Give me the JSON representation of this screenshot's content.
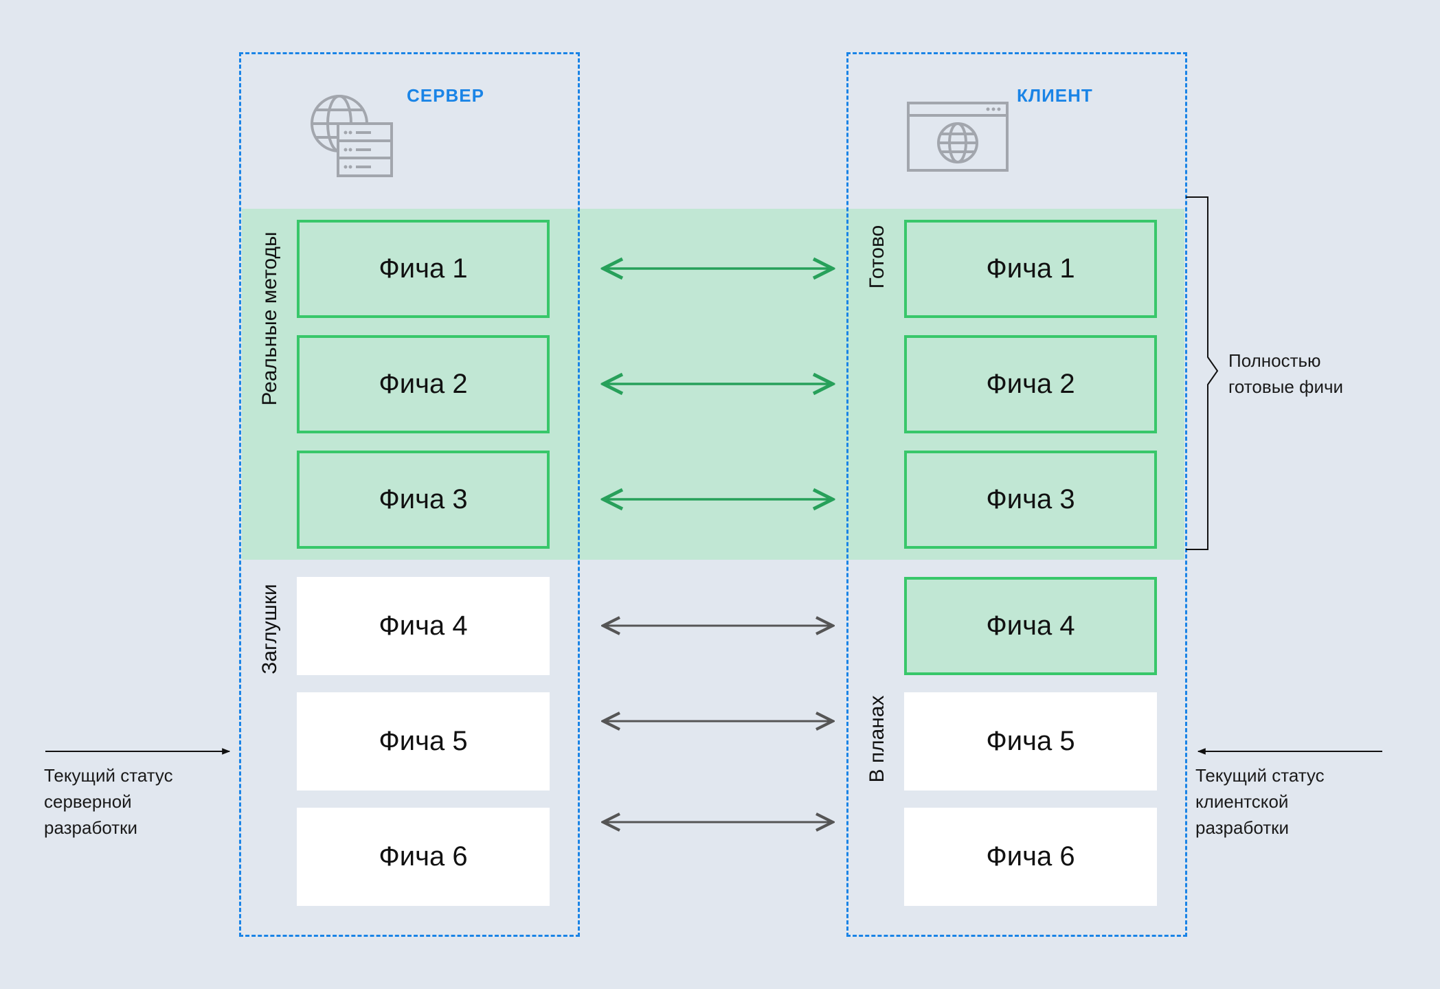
{
  "server": {
    "title": "СЕРВЕР",
    "icon": "server-globe-icon",
    "group_real": "Реальные методы",
    "group_stub": "Заглушки",
    "features": [
      "Фича 1",
      "Фича 2",
      "Фича 3",
      "Фича 4",
      "Фича 5",
      "Фича 6"
    ],
    "status_label": "Текущий статус\nсерверной\nразработки"
  },
  "client": {
    "title": "КЛИЕНТ",
    "icon": "browser-globe-icon",
    "group_ready": "Готово",
    "group_planned": "В планах",
    "features": [
      "Фича 1",
      "Фича 2",
      "Фича 3",
      "Фича 4",
      "Фича 5",
      "Фича 6"
    ],
    "status_label": "Текущий статус\nклиентской\nразработки"
  },
  "bracket_label": "Полностью\nготовые фичи",
  "colors": {
    "background": "#e1e7ef",
    "ready_band": "#c1e7d4",
    "ready_border": "#38c76a",
    "frame": "#1a84e6",
    "arrow_ready": "#27a05a",
    "arrow_pending": "#555555"
  }
}
